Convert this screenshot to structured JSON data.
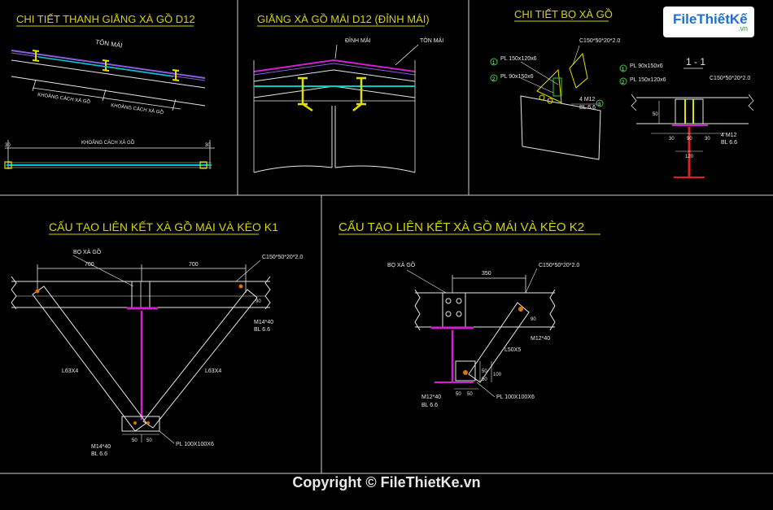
{
  "colors": {
    "background": "#000000",
    "title": "#d4d400",
    "linework": "#ffffff",
    "steel": "#e0e000",
    "purlin_line": "#00c8c8",
    "magenta": "#d020d0",
    "red_column": "#e02020",
    "green_label": "#30d030"
  },
  "logo": {
    "name": "FileThiếtKế",
    "domain": ".vn"
  },
  "panels": {
    "p1": {
      "title": "CHI TIẾT THANH GIẰNG  XÀ GỒ D12",
      "roof_label": "TÔN MÁI",
      "spacing_label_1": "KHOẢNG CÁCH XÀ GỒ",
      "spacing_label_2": "KHOẢNG CÁCH XÀ GỒ",
      "spacing_label_3": "KHOẢNG CÁCH XÀ GỒ",
      "dim_left": "30",
      "dim_right": "30"
    },
    "p2": {
      "title": "GIẰNG XÀ GỒ MÁI D12 (ĐỈNH MÁI)",
      "ridge_label": "ĐỈNH MÁI",
      "roof_label": "TÔN MÁI"
    },
    "p3": {
      "title": "CHI TIẾT BỌ XÀ GỒ",
      "section_label": "1 - 1",
      "purlin_spec": "C150*50*20*2.0",
      "pl_a": "PL 150x120x6",
      "pl_b": "PL 90x150x6",
      "pl_c": "PL 90x150x6",
      "pl_d": "PL 150x120x6",
      "bolt_a": "4 M12",
      "bolt_b": "BL 6.6",
      "bolt_c": "4 M12",
      "bolt_d": "BL 6.6",
      "num_1": "1",
      "num_2": "2",
      "num_3": "1",
      "num_4": "2",
      "num_5": "3",
      "dim_30a": "30",
      "dim_30b": "30",
      "dim_120": "120",
      "dim_50": "50",
      "dim_90": "90"
    },
    "p4": {
      "title": "CẤU TẠO LIÊN KẾT XÀ GỒ MÁI VÀ KÈO K1",
      "bracket_label": "BỌ XÀ GỒ",
      "dim_left": "700",
      "dim_right": "700",
      "purlin_spec": "C150*50*20*2.0",
      "bolt_spec": "M14*40",
      "weld_spec": "BL 6.6",
      "angle_left": "L63X4",
      "angle_right": "L63X4",
      "bottom_bolt": "M14*40",
      "bottom_weld": "BL 6.6",
      "plate_spec": "PL 100X100X6",
      "dim_50a": "50",
      "dim_50b": "50",
      "dim_90": "90"
    },
    "p5": {
      "title": "CẤU TẠO LIÊN KẾT XÀ GỒ MÁI VÀ KÈO K2",
      "bracket_label": "BỌ XÀ GỒ",
      "dim_top": "350",
      "purlin_spec": "C150*50*20*2.0",
      "bolt_spec": "M12*40",
      "angle": "L50X5",
      "dim_90": "90",
      "dim_100": "100",
      "dim_50a": "50",
      "dim_50b": "50",
      "dim_50c": "50",
      "dim_50d": "50",
      "bottom_bolt": "M12*40",
      "bottom_weld": "BL 6.6",
      "plate_spec": "PL 100X100X6"
    }
  },
  "copyright": "Copyright © FileThietKe.vn"
}
